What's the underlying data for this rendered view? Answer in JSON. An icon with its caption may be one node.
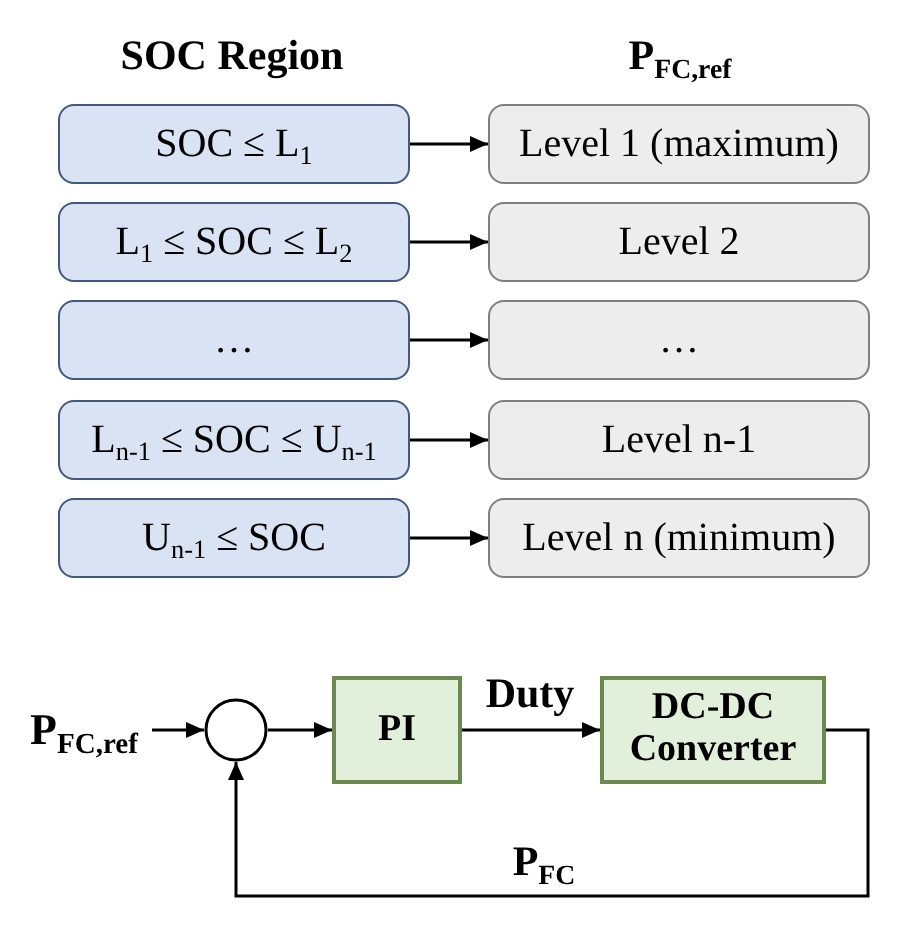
{
  "diagram": {
    "nodes": [
      {
        "text": [
          "SOC ≤ L$_{1}$"
        ]
      },
      {
        "text": [
          "Level 1 (maximum)"
        ]
      },
      {
        "text": [
          "L$_{1}$ ≤ SOC ≤ L$_{2}$"
        ]
      },
      {
        "text": [
          "Level 2"
        ]
      },
      {
        "text": [
          "…"
        ]
      },
      {
        "text": [
          "…"
        ]
      },
      {
        "text": [
          "L$_{n-1}$ ≤ SOC ≤ U$_{n-1}$"
        ]
      },
      {
        "text": [
          "Level n-1"
        ]
      },
      {
        "text": [
          "U$_{n-1}$ ≤ SOC"
        ]
      },
      {
        "text": [
          "Level n (minimum)"
        ]
      },
      {
        "text": [
          "P$_{FC,ref}$"
        ]
      },
      {
        "text": [],
        "shape": "circle"
      },
      {
        "text": [
          "PI"
        ]
      },
      {
        "text": [
          "DC-DC Converter"
        ]
      }
    ],
    "edges": [
      {
        "from": 0,
        "to": 1,
        "arrow": "to"
      },
      {
        "from": 2,
        "to": 3,
        "arrow": "to"
      },
      {
        "from": 4,
        "to": 5,
        "arrow": "to"
      },
      {
        "from": 6,
        "to": 7,
        "arrow": "to"
      },
      {
        "from": 8,
        "to": 9,
        "arrow": "to"
      },
      {
        "from": 10,
        "to": 11,
        "arrow": "to"
      },
      {
        "from": 11,
        "to": 12,
        "arrow": "to"
      },
      {
        "from": 12,
        "to": 13,
        "arrow": "to",
        "label": "Duty"
      },
      {
        "from": 13,
        "to": 11,
        "arrow": "to",
        "label": "P$_{FC}$"
      }
    ],
    "labels": [
      "SOC Region",
      "P$_{FC,ref}$"
    ]
  }
}
